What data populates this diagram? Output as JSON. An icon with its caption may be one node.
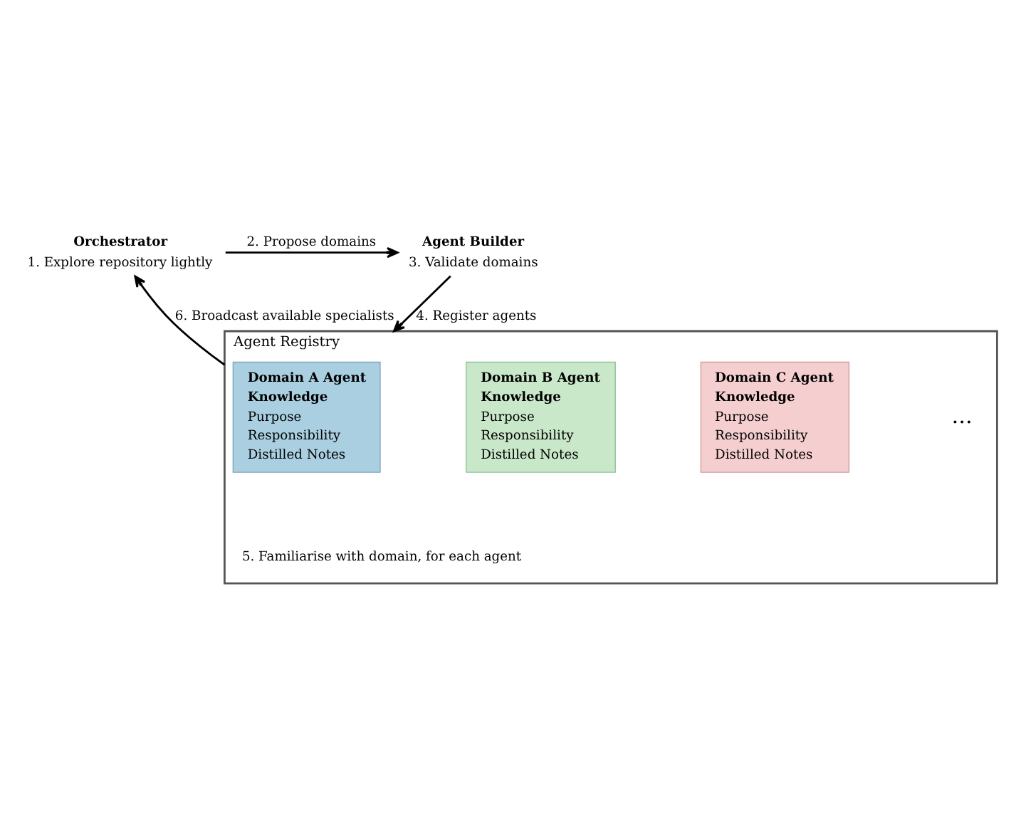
{
  "diagram": {
    "nodes": [
      {
        "text": [
          "Orchestrator",
          "1. Explore repository lightly"
        ]
      },
      {
        "text": [
          "Agent Builder",
          "3. Validate domains"
        ]
      },
      {
        "text": [
          "Agent Registry",
          "5. Familiarise with domain, for each agent"
        ]
      },
      {
        "text": [
          "Domain A Agent",
          "Knowledge",
          "Purpose",
          "Responsibility",
          "Distilled Notes"
        ],
        "in": 2
      },
      {
        "text": [
          "Domain B Agent",
          "Knowledge",
          "Purpose",
          "Responsibility",
          "Distilled Notes"
        ],
        "in": 2
      },
      {
        "text": [
          "Domain C Agent",
          "Knowledge",
          "Purpose",
          "Responsibility",
          "Distilled Notes"
        ],
        "in": 2
      }
    ],
    "edges": [
      {
        "from": 0,
        "to": 1,
        "arrow": "to",
        "label": "2. Propose domains"
      },
      {
        "from": 1,
        "to": 2,
        "arrow": "to",
        "label": "4. Register agents"
      },
      {
        "from": 2,
        "to": 0,
        "arrow": "to",
        "label": "6. Broadcast available specialists"
      }
    ],
    "labels": [
      "..."
    ]
  }
}
